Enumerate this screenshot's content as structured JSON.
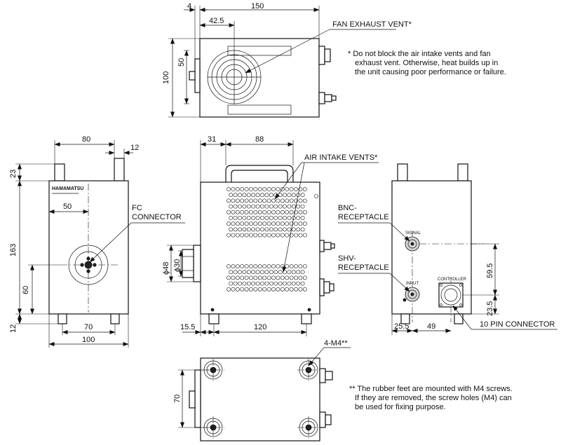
{
  "dimensions": {
    "top_flange": "4",
    "top_width": "150",
    "top_vent_offset": "42.5",
    "top_vent_height": "50",
    "top_depth": "100",
    "left_width_top": "80",
    "left_post": "12",
    "left_top_h": "23",
    "left_height": "163",
    "left_conn_offset": "50",
    "left_conn_h": "60",
    "left_foot_h": "12",
    "left_feet_span": "70",
    "left_width": "100",
    "front_offset": "31",
    "front_handle": "88",
    "front_dia_outer": "ϕ48",
    "front_dia_inner": "ϕ30",
    "front_left": "15.5",
    "front_feet_span": "120",
    "right_spacing": "59.5",
    "right_bottom": "23.5",
    "right_left": "25.5",
    "right_mid": "49",
    "bottom_depth": "70"
  },
  "labels": {
    "fan_exhaust_vent": "FAN EXHAUST VENT*",
    "air_intake_vents": "AIR INTAKE VENTS*",
    "fc_connector_1": "FC",
    "fc_connector_2": "CONNECTOR",
    "bnc_1": "BNC-",
    "bnc_2": "RECEPTACLE",
    "shv_1": "SHV-",
    "shv_2": "RECEPTACLE",
    "signal": "SIGNAL",
    "input": "INPUT",
    "controller": "CONTROLLER",
    "ten_pin": "10 PIN CONNECTOR",
    "m4": "4-M4**",
    "brand": "HAMAMATSU"
  },
  "notes": {
    "note1": [
      "*  Do not block the air intake vents and fan",
      "exhaust vent. Otherwise, heat builds up in",
      "the unit causing poor performance or failure."
    ],
    "note2": [
      "** The rubber feet are mounted with M4 screws.",
      "If they are removed, the screw holes (M4) can",
      "be used for fixing purpose."
    ]
  }
}
